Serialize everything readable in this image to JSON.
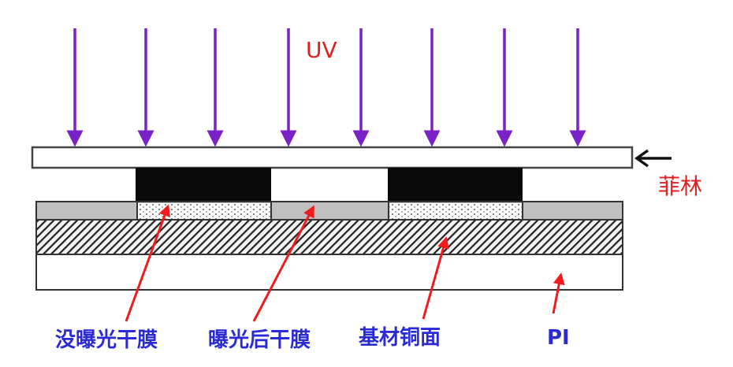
{
  "title": "UV exposure of dry film through phototool",
  "labels": {
    "uv": "UV",
    "film": "菲林",
    "unexposed_dry_film": "没曝光干膜",
    "exposed_dry_film": "曝光后干膜",
    "copper_surface": "基材铜面",
    "pi": "PI"
  },
  "colors": {
    "uv_arrow": "#7a22c8",
    "pointer_arrow": "#ee1c1c",
    "label_text": "#2b2bd6",
    "red_text": "#e02020",
    "exposed_film": "#c0c0c0",
    "mask": "#0a0a0a"
  },
  "icons": {
    "uv_arrows": "arrow-down-icon",
    "film_pointer": "arrow-left-icon",
    "label_pointers": "arrow-up-icon"
  }
}
